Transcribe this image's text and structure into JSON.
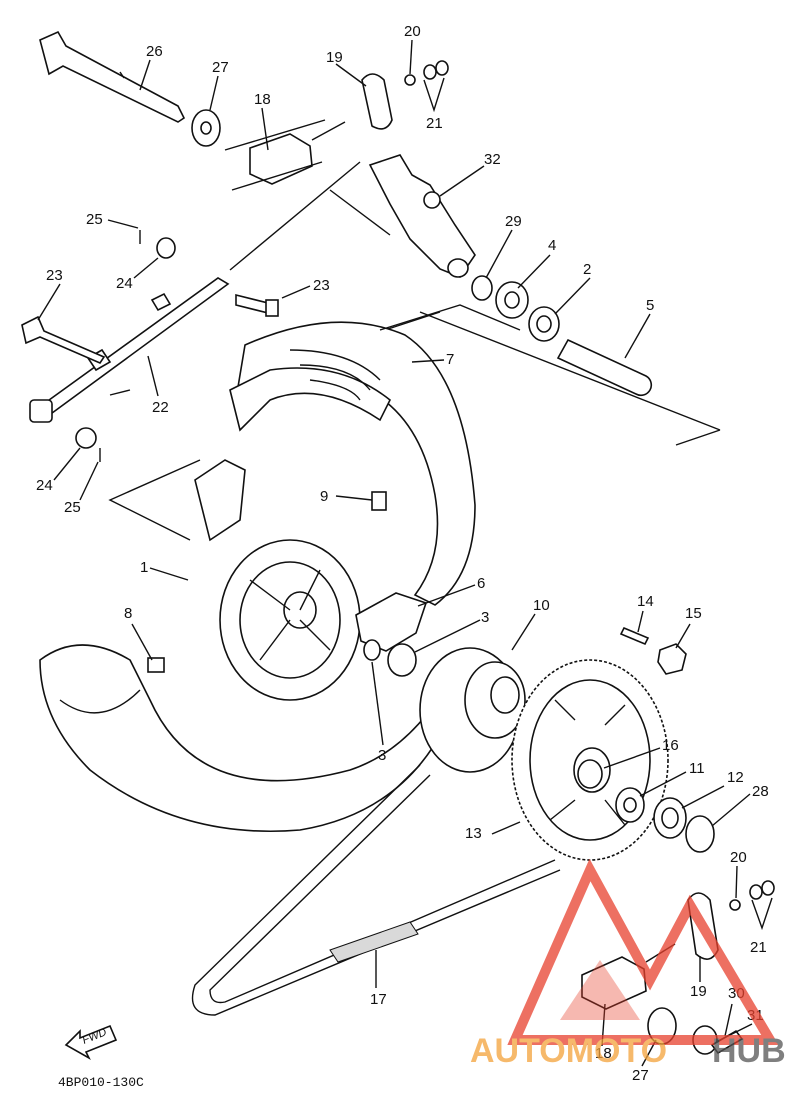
{
  "diagram": {
    "callouts": {
      "c1": "1",
      "c2": "2",
      "c3a": "3",
      "c3b": "3",
      "c4": "4",
      "c5": "5",
      "c6": "6",
      "c7": "7",
      "c8": "8",
      "c9": "9",
      "c10": "10",
      "c11": "11",
      "c12": "12",
      "c13": "13",
      "c14": "14",
      "c15": "15",
      "c16": "16",
      "c17": "17",
      "c18a": "18",
      "c18b": "18",
      "c19a": "19",
      "c19b": "19",
      "c20a": "20",
      "c20b": "20",
      "c21a": "21",
      "c21b": "21",
      "c22": "22",
      "c23a": "23",
      "c23b": "23",
      "c24a": "24",
      "c24b": "24",
      "c25a": "25",
      "c25b": "25",
      "c26": "26",
      "c27a": "27",
      "c27b": "27",
      "c28": "28",
      "c29": "29",
      "c30": "30",
      "c31": "31",
      "c32": "32"
    },
    "fwd_label": "FWD",
    "drawing_code": "4BP010-130C"
  },
  "watermark": {
    "text_left": "AUTOMOTO",
    "text_right": "HUB",
    "color_main": "#e8412e",
    "color_light": "#f4a23a",
    "color_dark": "#555555"
  }
}
